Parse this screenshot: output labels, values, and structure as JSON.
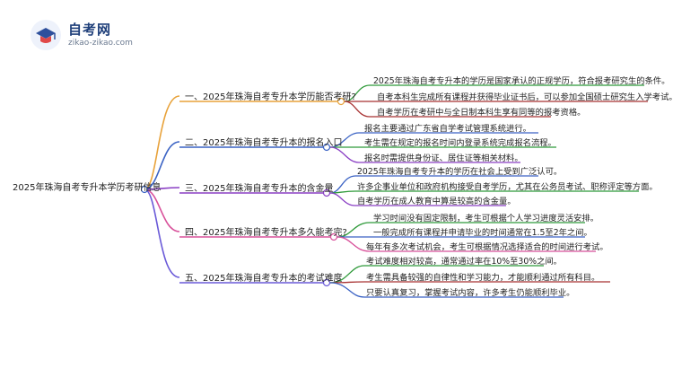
{
  "logo": {
    "title": "自考网",
    "subtitle": "zikao-zikao.com"
  },
  "colors": {
    "branch1": "#e8a23a",
    "branch2": "#3a62c4",
    "branch3": "#8a3fc4",
    "branch4": "#d8509a",
    "branch5": "#6a5ad8",
    "leaf1": "#2f9a3a",
    "leaf2": "#a83232"
  },
  "mindmap": {
    "root": "2025年珠海自考专升本学历考研信息",
    "branches": [
      {
        "label": "一、2025年珠海自考专升本学历能否考研?",
        "leaves": [
          "2025年珠海自考专升本的学历是国家承认的正规学历，符合报考研究生的条件。",
          "自考本科生完成所有课程并获得毕业证书后，可以参加全国硕士研究生入学考试。",
          "自考学历在考研中与全日制本科生享有同等的报考资格。"
        ]
      },
      {
        "label": "二、2025年珠海自考专升本的报名入口",
        "leaves": [
          "报名主要通过广东省自学考试管理系统进行。",
          "考生需在规定的报名时间内登录系统完成报名流程。",
          "报名时需提供身份证、居住证等相关材料。"
        ]
      },
      {
        "label": "三、2025年珠海自考专升本的含金量",
        "leaves": [
          "2025年珠海自考专升本的学历在社会上受到广泛认可。",
          "许多企事业单位和政府机构接受自考学历，尤其在公务员考试、职称评定等方面。",
          "自考学历在成人教育中算是较高的含金量。"
        ]
      },
      {
        "label": "四、2025年珠海自考专升本多久能考完?",
        "leaves": [
          "学习时间没有固定限制，考生可根据个人学习进度灵活安排。",
          "一般完成所有课程并申请毕业的时间通常在1.5至2年之间。",
          "每年有多次考试机会，考生可根据情况选择适合的时间进行考试。"
        ]
      },
      {
        "label": "五、2025年珠海自考专升本的考试难度",
        "leaves": [
          "考试难度相对较高，通常通过率在10%至30%之间。",
          "考生需具备较强的自律性和学习能力，才能顺利通过所有科目。",
          "只要认真复习，掌握考试内容，许多考生仍能顺利毕业。"
        ]
      }
    ]
  }
}
